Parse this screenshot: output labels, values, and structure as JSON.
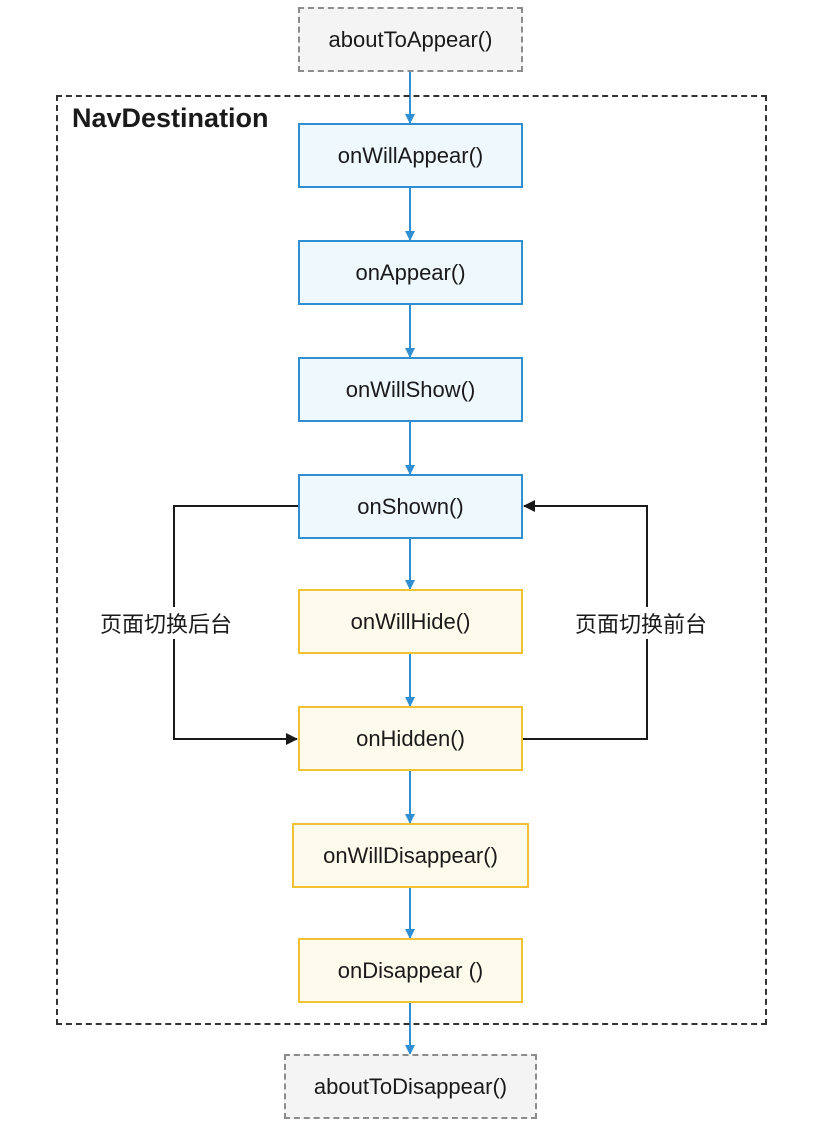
{
  "container": {
    "title": "NavDestination"
  },
  "nodes": {
    "about_to_appear": "aboutToAppear()",
    "on_will_appear": "onWillAppear()",
    "on_appear": "onAppear()",
    "on_will_show": "onWillShow()",
    "on_shown": "onShown()",
    "on_will_hide": "onWillHide()",
    "on_hidden": "onHidden()",
    "on_will_disappear": "onWillDisappear()",
    "on_disappear": "onDisappear ()",
    "about_to_disappear": "aboutToDisappear()"
  },
  "edges": {
    "to_background": "页面切换后台",
    "to_foreground": "页面切换前台"
  },
  "colors": {
    "flow_arrow": "#2f8fd2",
    "loop_arrow": "#1a1a1a",
    "blue_border": "#2f8fd2",
    "blue_fill": "#eef8fd",
    "yellow_border": "#f1c232",
    "yellow_fill": "#fffbec"
  }
}
